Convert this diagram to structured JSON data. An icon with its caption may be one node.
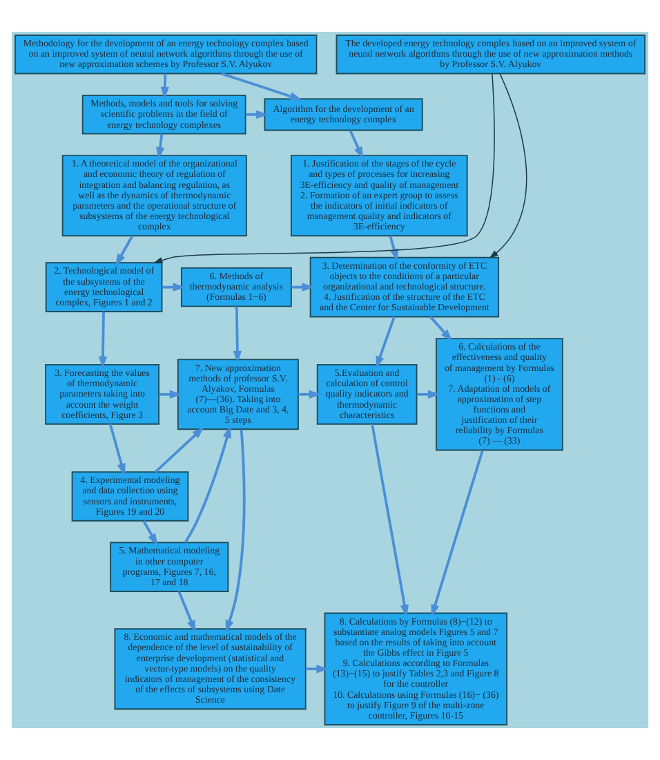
{
  "diagram": {
    "nodes": [
      {
        "text": [
          "Methodology for the development of an energy technology complex based on an improved system of neural network algorithms through the use of new approximation schemes by Professor S.V. Alyukov"
        ]
      },
      {
        "text": [
          "Methods, models and tools for solving scientific problems in the field of energy technology complexes"
        ]
      },
      {
        "text": [
          "Algorithm for the development of an energy technology complex"
        ]
      },
      {
        "text": [
          "1. A theoretical model of the organizational and economic theory of regulation of integration and balancing regulation, as well as the dynamics of thermodynamic parameters and the operational structure of subsystems of the energy technological complex"
        ]
      },
      {
        "text": [
          "1. Justification of the stages of the cycle and types of processes for increasing 3E-efficiency and quality of management",
          "2. Formation of an expert group to assess the indicators of initial indicators of management quality and indicators of 3E-efficiency"
        ]
      },
      {
        "text": [
          "2. Technological model of the subsystems of the energy technological complex, Figures 1 and 2"
        ]
      },
      {
        "text": [
          "6. Methods of thermodynamic analysis (Formulas 1−6)"
        ]
      },
      {
        "text": [
          "3. Determination of the conformity of ETC objects to the conditions of a particular organizational and technological structure.",
          "4. Justification of the structure of the ETC and the Center for Sustainable Development"
        ]
      },
      {
        "text": [
          "3. Forecasting the values of thermodynamic parameters taking into account the weight coefficients, Figure 3"
        ]
      },
      {
        "text": [
          "4. Experimental modeling and data collection using sensors and instruments, Figures 19 and 20"
        ]
      },
      {
        "text": [
          "5. Mathematical modeling in other computer programs, Figures 7, 16, 17 and 18"
        ]
      },
      {
        "text": [
          "7. New approximation methods of professor S.V. Alyakov, Formulas (7)—(36). Taking into account Big Date and 3, 4, 5 steps"
        ]
      },
      {
        "text": [
          "5.Evaluation and calculation of control quality indicators and thermodynamic characteristics"
        ]
      },
      {
        "text": [
          "6. Calculations of the effectiveness and quality of management by Formulas (1) - (6)",
          "7. Adaptation of models of approximation of step functions and justification of their reliability by Formulas (7) — (33)"
        ]
      },
      {
        "text": [
          "8. Economic and mathematical models of the dependence of the level of sustainability of enterprise development (statistical and vector-type models) on the quality indicators of management of the consistency of the effects of subsystems using Date Science"
        ]
      },
      {
        "text": [
          "8. Calculations by Formulas (8)−(12) to substantiate analog models Figures 5 and 7 based on the results of taking into account the Gibbs effect in Figure 5",
          "9. Calculations according to Formulas (13)−(15) to justify Tables 2,3 and Figure 8 for the controller",
          "10. Calculations using Formulas (16)− (36) to justify Figure 9 of the multi-zone controller, Figures 10-15"
        ]
      },
      {
        "text": [
          "The developed energy technology complex based on an improved system of neural network algorithms through the use of new approximation methods by Professor S.V. Alyukov"
        ]
      }
    ],
    "edges": [
      {
        "from": 0,
        "to": 1,
        "arrow": "to"
      },
      {
        "from": 0,
        "to": 2,
        "arrow": "to"
      },
      {
        "from": 1,
        "to": 2,
        "arrow": "to"
      },
      {
        "from": 1,
        "to": 3,
        "arrow": "to"
      },
      {
        "from": 2,
        "to": 4,
        "arrow": "to"
      },
      {
        "from": 3,
        "to": 5,
        "arrow": "to"
      },
      {
        "from": 4,
        "to": 7,
        "arrow": "to"
      },
      {
        "from": 5,
        "to": 6,
        "arrow": "to"
      },
      {
        "from": 5,
        "to": 8,
        "arrow": "to"
      },
      {
        "from": 6,
        "to": 7,
        "arrow": "to"
      },
      {
        "from": 6,
        "to": 11,
        "arrow": "to"
      },
      {
        "from": 8,
        "to": 9,
        "arrow": "to"
      },
      {
        "from": 8,
        "to": 11,
        "arrow": "to"
      },
      {
        "from": 9,
        "to": 10,
        "arrow": "to"
      },
      {
        "from": 9,
        "to": 11,
        "arrow": "to"
      },
      {
        "from": 10,
        "to": 11,
        "arrow": "to"
      },
      {
        "from": 10,
        "to": 14,
        "arrow": "to"
      },
      {
        "from": 11,
        "to": 14,
        "arrow": "to"
      },
      {
        "from": 11,
        "to": 12,
        "arrow": "to"
      },
      {
        "from": 7,
        "to": 12,
        "arrow": "to"
      },
      {
        "from": 7,
        "to": 13,
        "arrow": "to"
      },
      {
        "from": 12,
        "to": 13,
        "arrow": "to"
      },
      {
        "from": 12,
        "to": 15,
        "arrow": "to"
      },
      {
        "from": 13,
        "to": 15,
        "arrow": "to"
      },
      {
        "from": 14,
        "to": 15,
        "arrow": "to"
      },
      {
        "from": 16,
        "to": 5,
        "arrow": "to",
        "color": "#1f3a4a"
      },
      {
        "from": 16,
        "to": 7,
        "arrow": "to",
        "color": "#1f3a4a"
      }
    ]
  }
}
